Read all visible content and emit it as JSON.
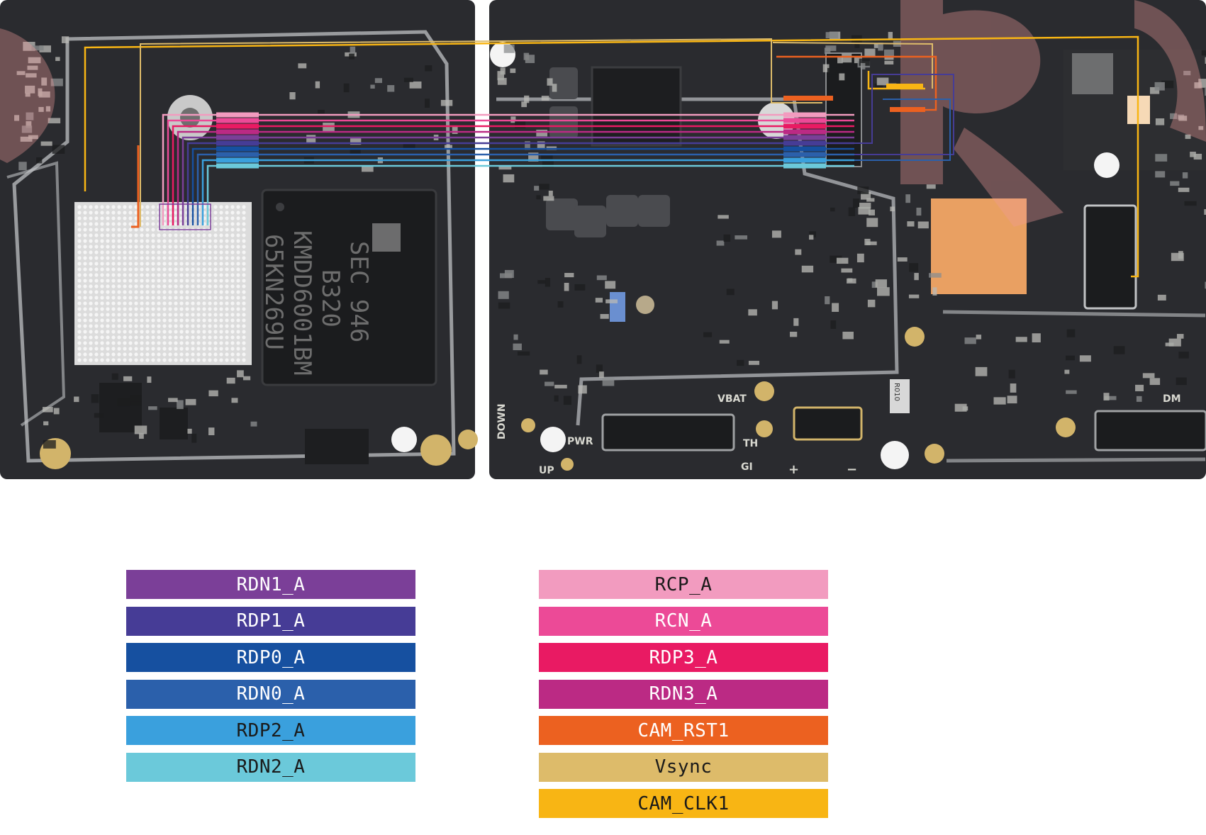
{
  "board": {
    "silkscreen": {
      "down": "DOWN",
      "pwr": "PWR",
      "up": "UP",
      "vbat": "VBAT",
      "th": "TH",
      "gi": "GI",
      "plus": "+",
      "minus": "−",
      "dm": "DM",
      "r010": "R010"
    },
    "chip_markings": [
      "SEC 946",
      "B320",
      "KMDD6001BM",
      "65KN269U"
    ]
  },
  "legend": {
    "left": [
      {
        "label": "RDN1_A",
        "color": "#7b3f98",
        "text_color": "#ffffff"
      },
      {
        "label": "RDP1_A",
        "color": "#463c96",
        "text_color": "#ffffff"
      },
      {
        "label": "RDP0_A",
        "color": "#1650a0",
        "text_color": "#ffffff"
      },
      {
        "label": "RDN0_A",
        "color": "#2b60ab",
        "text_color": "#ffffff"
      },
      {
        "label": "RDP2_A",
        "color": "#3aa0dd",
        "text_color": "#1a1a1a"
      },
      {
        "label": "RDN2_A",
        "color": "#6bc9da",
        "text_color": "#1a1a1a"
      }
    ],
    "right": [
      {
        "label": "RCP_A",
        "color": "#f29bbf",
        "text_color": "#1a1a1a"
      },
      {
        "label": "RCN_A",
        "color": "#ec4a97",
        "text_color": "#ffffff"
      },
      {
        "label": "RDP3_A",
        "color": "#e91a63",
        "text_color": "#ffffff"
      },
      {
        "label": "RDN3_A",
        "color": "#bb2a84",
        "text_color": "#ffffff"
      },
      {
        "label": "CAM_RST1",
        "color": "#ec6120",
        "text_color": "#ffffff"
      },
      {
        "label": "Vsync",
        "color": "#ddbb6a",
        "text_color": "#1a1a1a"
      },
      {
        "label": "CAM_CLK1",
        "color": "#f8b514",
        "text_color": "#1a1a1a"
      }
    ]
  }
}
